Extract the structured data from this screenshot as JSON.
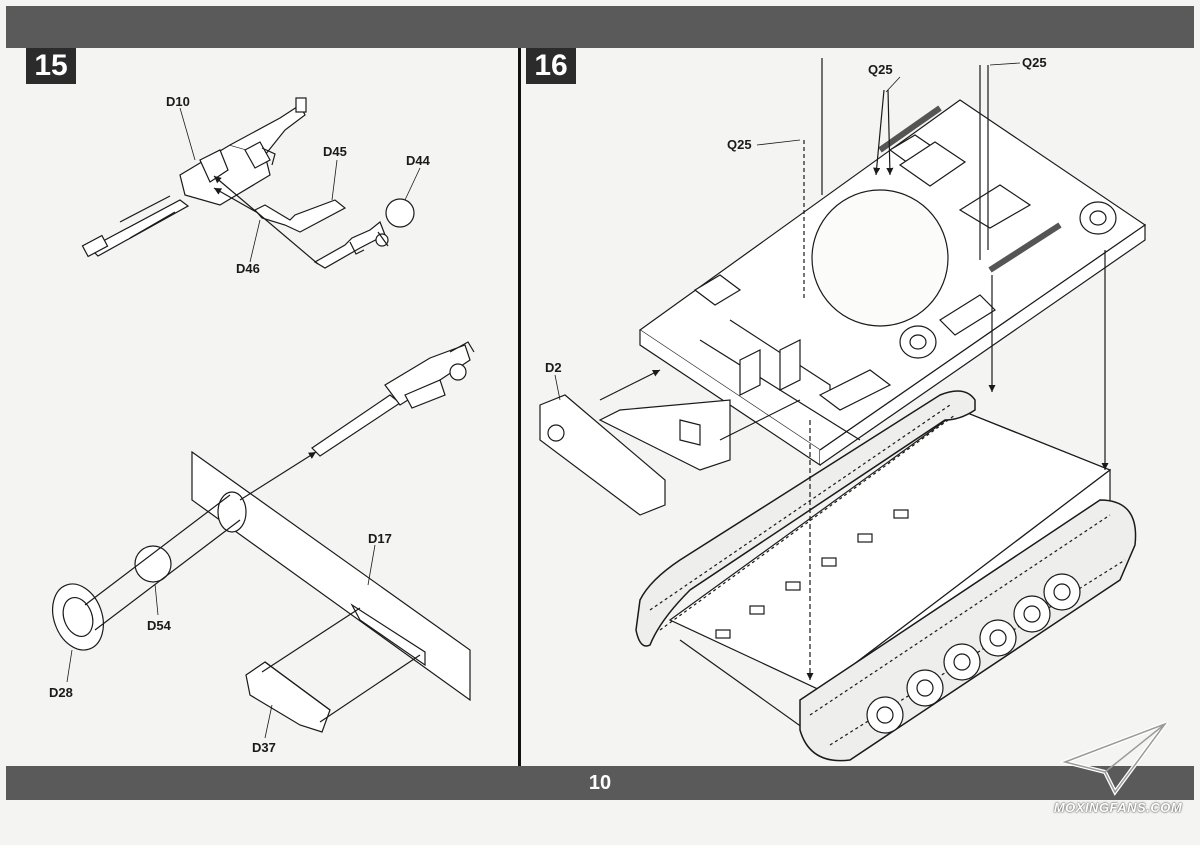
{
  "page": {
    "number": "10"
  },
  "steps": [
    {
      "number": "15",
      "labels": {
        "d10": "D10",
        "d45": "D45",
        "d44": "D44",
        "d46": "D46",
        "d17": "D17",
        "d54": "D54",
        "d28": "D28",
        "d37": "D37"
      }
    },
    {
      "number": "16",
      "labels": {
        "q25_top": "Q25",
        "q25_right": "Q25",
        "q25_left": "Q25",
        "d2": "D2"
      }
    }
  ],
  "watermark": {
    "text": "MOXINGFANS.COM",
    "icon": "paper-plane-icon"
  },
  "colors": {
    "band": "#5a5a5a",
    "step_box": "#2b2b2b",
    "paper": "#f4f4f2",
    "line": "#1a1a1a"
  }
}
